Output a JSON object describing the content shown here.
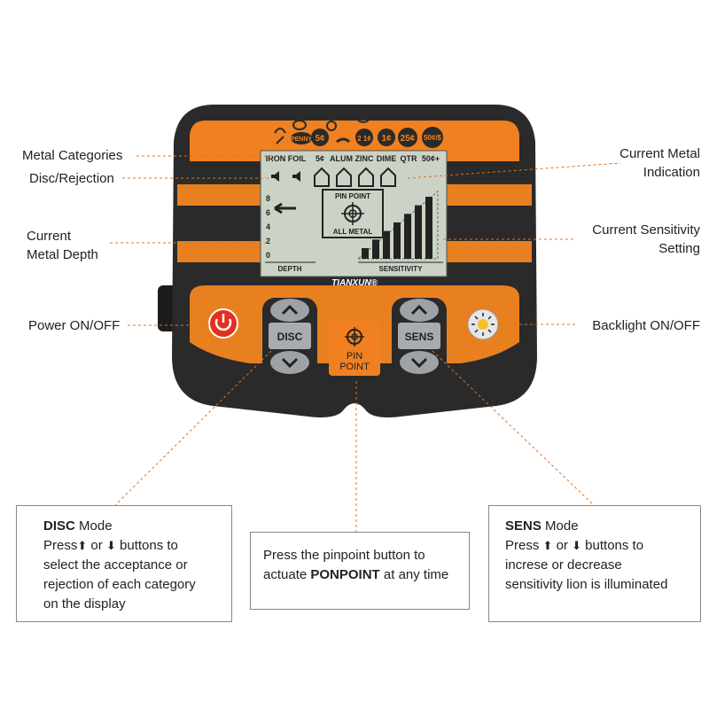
{
  "colors": {
    "device_body": "#2a2a2a",
    "accent_orange": "#f08020",
    "lcd_bg": "#c8d0c4",
    "button_grey": "#9a9ea2",
    "leader_line": "#e07020"
  },
  "callouts": {
    "metal_categories": "Metal Categories",
    "disc_rejection": "Disc/Rejection",
    "current_metal_depth_line1": "Current",
    "current_metal_depth_line2": "Metal Depth",
    "power": "Power ON/OFF",
    "current_metal_indication_line1": "Current Metal",
    "current_metal_indication_line2": "Indication",
    "current_sensitivity_line1": "Current Sensitivity",
    "current_sensitivity_line2": "Setting",
    "backlight": "Backlight  ON/OFF"
  },
  "lcd": {
    "categories": [
      "IRON",
      "FOIL",
      "5¢",
      "ALUM",
      "ZINC",
      "DIME",
      "QTR",
      "50¢+"
    ],
    "pinpoint_line1": "PIN POINT",
    "pinpoint_line2": "ALL METAL",
    "depth_scale": [
      "8",
      "6",
      "4",
      "2",
      "0"
    ],
    "depth_label": "DEPTH",
    "sensitivity_label": "SENSITIVITY",
    "sensitivity_level_bars": 7
  },
  "coin_badges": [
    "PENNY",
    "5¢",
    "2 1¢",
    "1¢",
    "25¢",
    "50¢/$"
  ],
  "brand": "TIANXUN®",
  "buttons": {
    "disc": "DISC",
    "sens": "SENS",
    "pinpoint_line1": "PIN",
    "pinpoint_line2": "POINT"
  },
  "boxes": {
    "disc": {
      "title": "DISC",
      "title_suffix": " Mode",
      "line1_pre": "Press",
      "line1_mid": " or ",
      "line1_post": " buttons to",
      "line2": "select  the acceptance or",
      "line3": "rejection of each category",
      "line4": "on the display"
    },
    "pinpoint": {
      "line1": "Press the pinpoint button to",
      "line2_pre": "actuate ",
      "line2_bold": "PONPOINT",
      "line2_post": " at any time"
    },
    "sens": {
      "title": "SENS",
      "title_suffix": " Mode",
      "line1_pre": "Press ",
      "line1_mid": " or ",
      "line1_post": " buttons to",
      "line2": "increse or decrease",
      "line3": "sensitivity lion is illuminated"
    }
  }
}
